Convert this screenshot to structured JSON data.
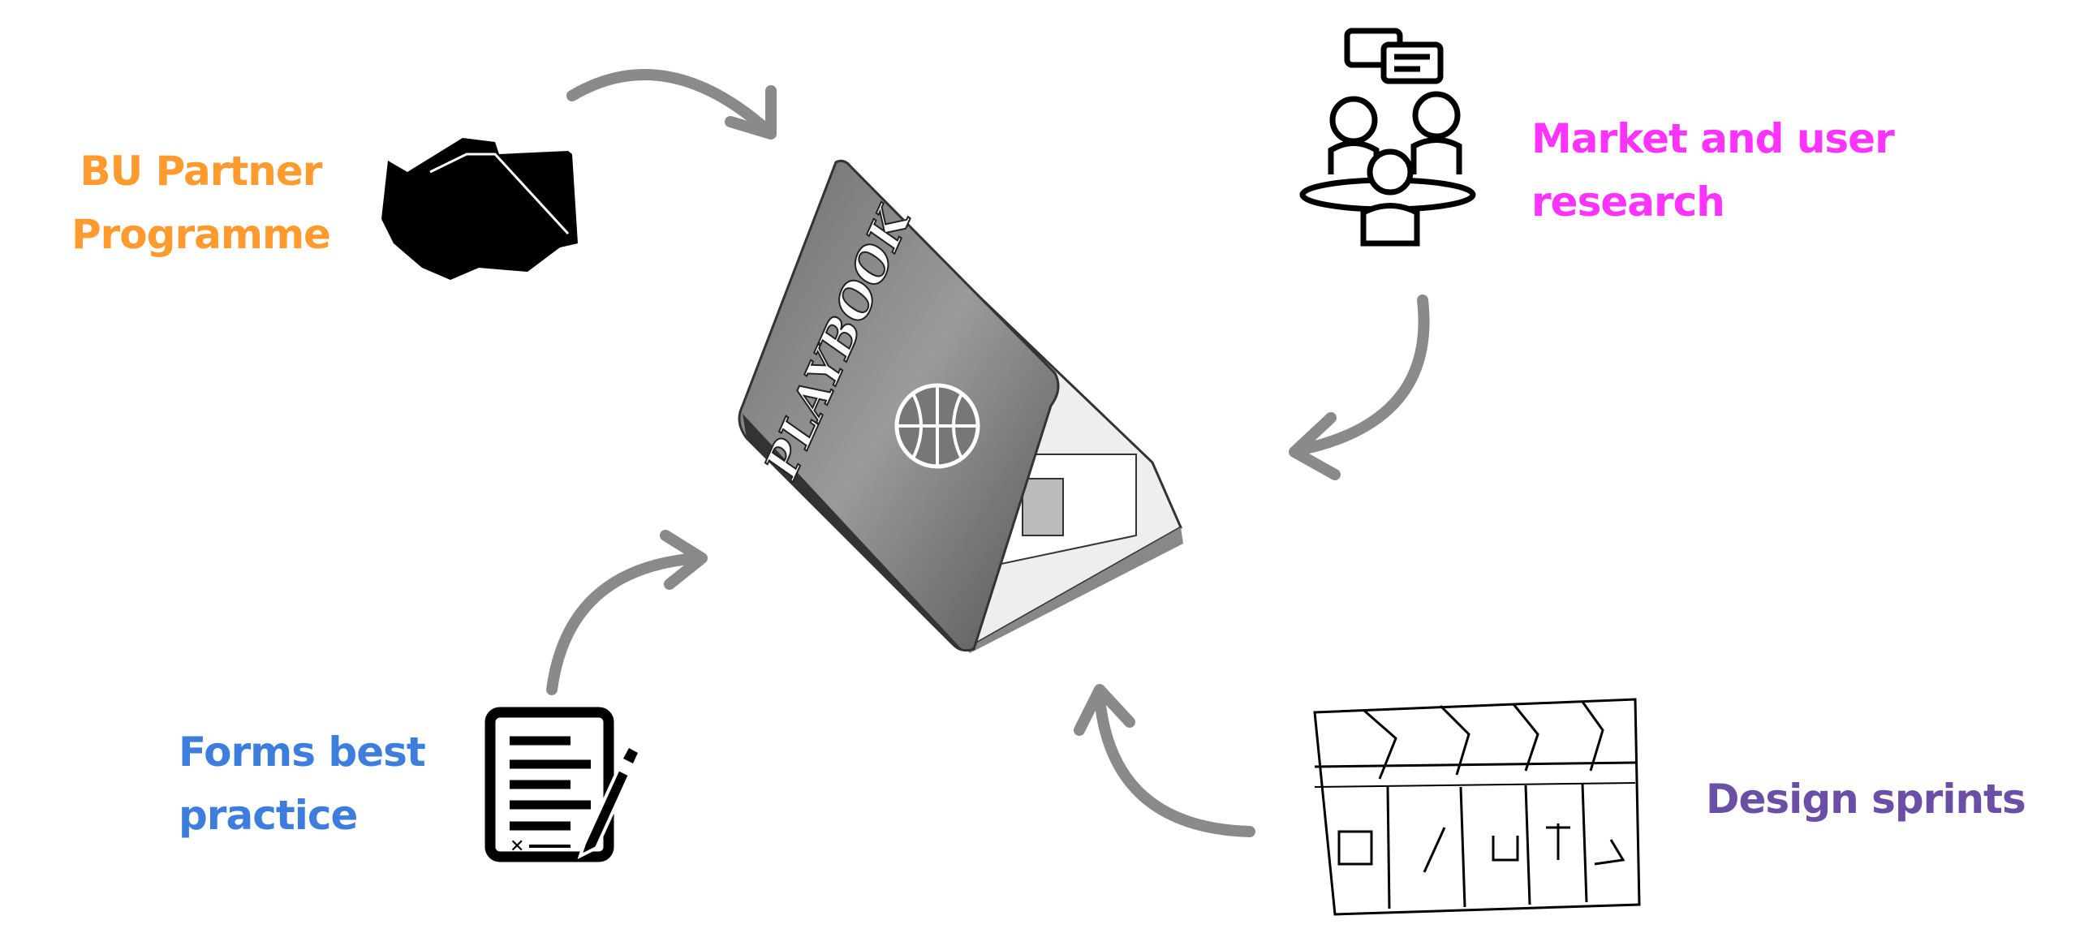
{
  "center": {
    "title": "PLAYBOOK",
    "icon": "playbook-book-icon"
  },
  "inputs": [
    {
      "label_lines": [
        "BU Partner",
        "Programme"
      ],
      "color": "#FF9A2E",
      "icon": "handshake-icon"
    },
    {
      "label_lines": [
        "Market and user",
        "research"
      ],
      "color": "#FF33FF",
      "icon": "people-discussion-icon"
    },
    {
      "label_lines": [
        "Forms best",
        "practice"
      ],
      "color": "#3D7DDB",
      "icon": "form-pencil-icon"
    },
    {
      "label_lines": [
        "Design sprints"
      ],
      "color": "#6A4FA6",
      "icon": "sprint-board-icon"
    }
  ],
  "arrow_color": "#8A8A8A"
}
